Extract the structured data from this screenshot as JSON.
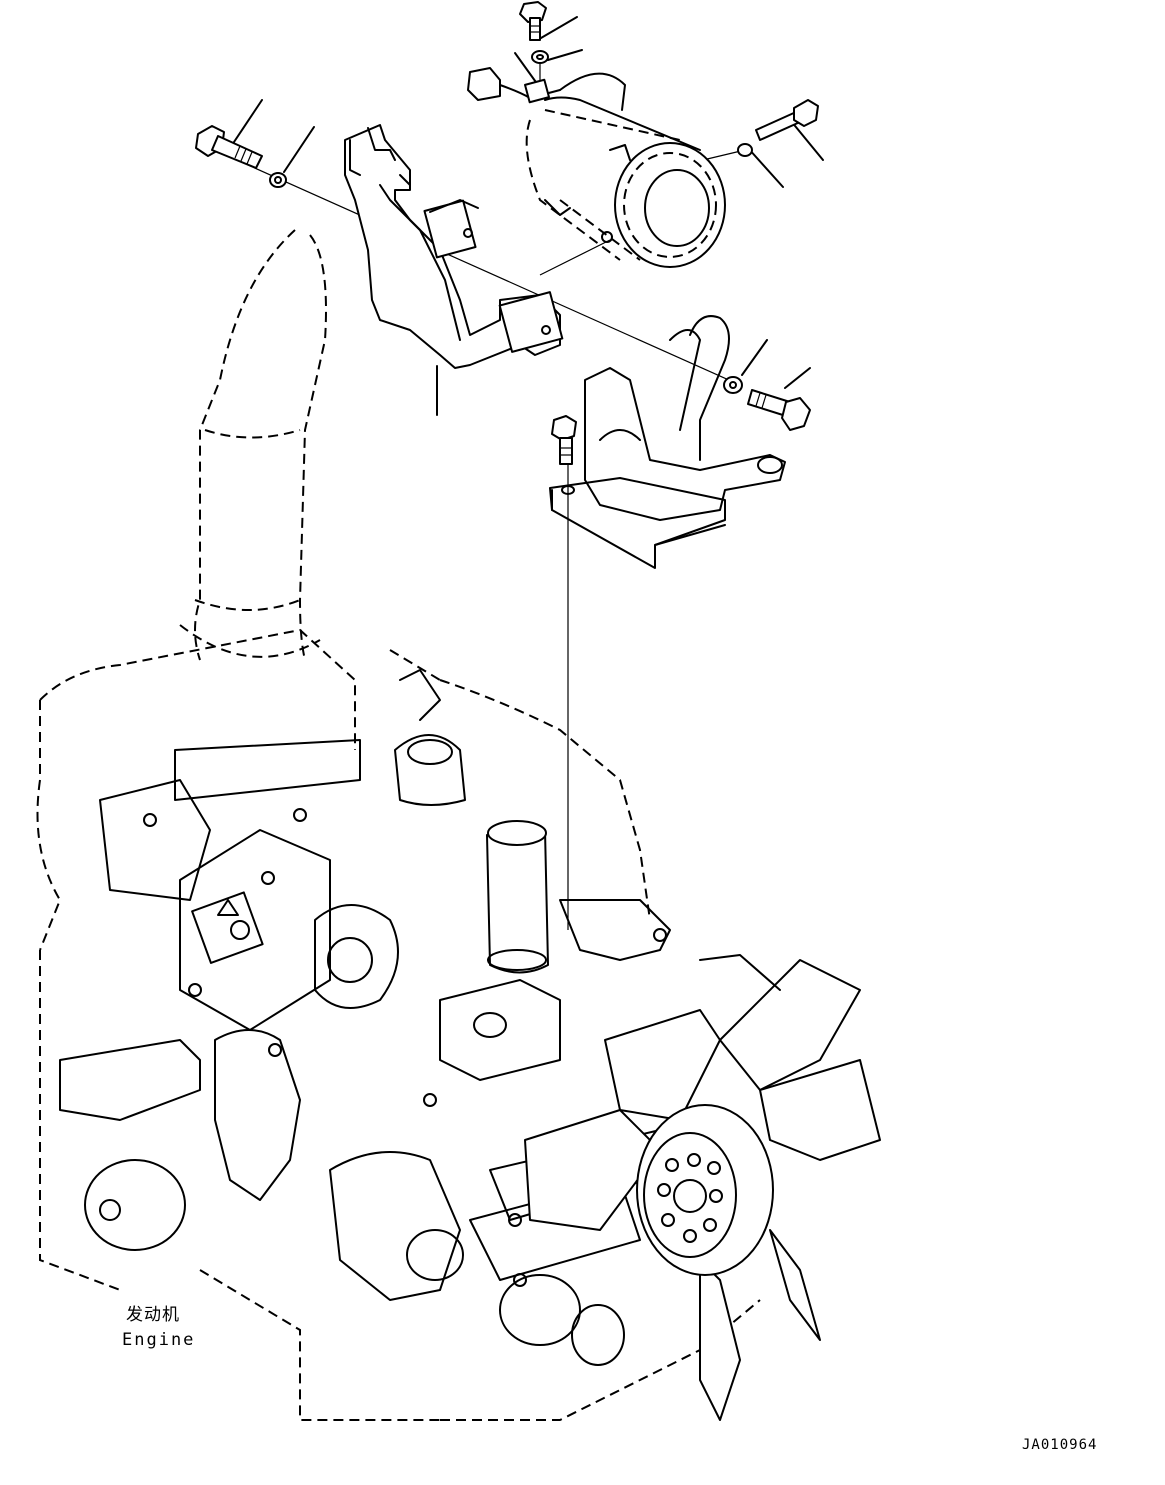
{
  "labels": {
    "engine_cn": "发动机",
    "engine_en": "Engine",
    "reference_code": "JA010964"
  }
}
